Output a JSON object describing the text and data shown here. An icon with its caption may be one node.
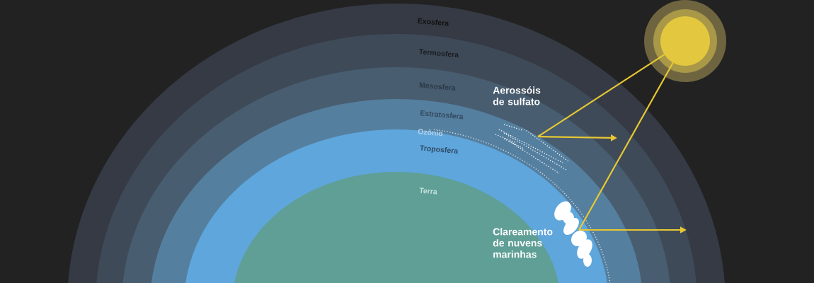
{
  "diagram": {
    "nodes": [
      {
        "text": [
          "Exosfera"
        ]
      },
      {
        "text": [
          "Termosfera"
        ],
        "in": 0
      },
      {
        "text": [
          "Mesosfera"
        ],
        "in": 1
      },
      {
        "text": [
          "Estratosfera"
        ],
        "in": 2
      },
      {
        "text": [
          "Troposfera"
        ],
        "in": 3
      },
      {
        "text": [
          "Terra"
        ],
        "in": 4
      },
      {
        "text": [],
        "shape": "circle"
      },
      {
        "text": [],
        "shape": "picture",
        "beside": [
          "Aerossóis de sulfato"
        ],
        "in": 3
      },
      {
        "text": [],
        "shape": "cloud",
        "beside": [
          "Clareamento de nuvens marinhas"
        ],
        "in": 4
      }
    ],
    "edges": [
      {
        "from": 6,
        "to": 7,
        "arrow": "none"
      },
      {
        "from": 7,
        "to": null,
        "arrow": "to"
      },
      {
        "from": 6,
        "to": 8,
        "arrow": "none"
      },
      {
        "from": 8,
        "to": 1,
        "arrow": "to"
      }
    ],
    "labels": [
      "Ozônio"
    ]
  }
}
